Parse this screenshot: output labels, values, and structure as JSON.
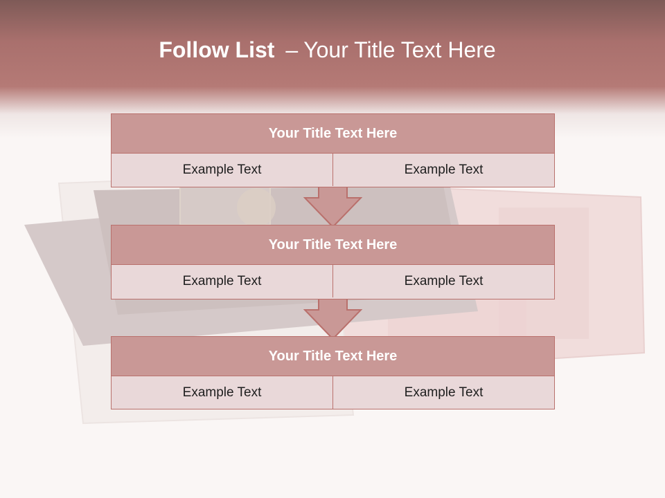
{
  "slide": {
    "title_bold": "Follow List",
    "title_dash": "–",
    "title_rest": "Your Title Text Here"
  },
  "blocks": [
    {
      "title": "Your Title Text Here",
      "left": "Example Text",
      "right": "Example Text"
    },
    {
      "title": "Your Title Text Here",
      "left": "Example Text",
      "right": "Example Text"
    },
    {
      "title": "Your Title Text Here",
      "left": "Example Text",
      "right": "Example Text"
    }
  ],
  "colors": {
    "header": "#b57a76",
    "block_header": "#c99896",
    "block_body": "#e9d8d9",
    "border": "#b9706c",
    "arrow": "#c99896"
  },
  "icons": [
    "passport-background-image",
    "down-arrow-icon"
  ]
}
